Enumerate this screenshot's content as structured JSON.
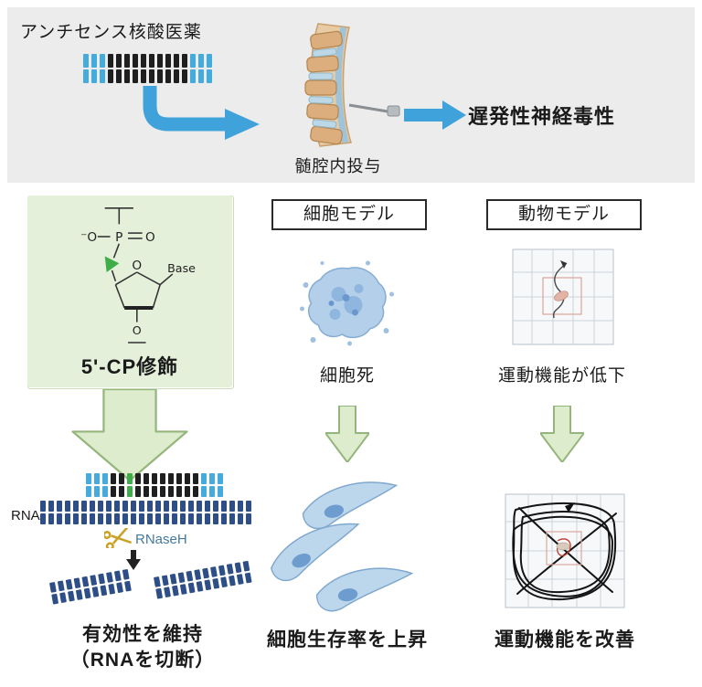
{
  "palette": {
    "banner_bg": "#ececec",
    "arrow_blue": "#3fa2da",
    "oligo_cyan": "#45aadc",
    "oligo_black": "#1f1f1f",
    "oligo_green": "#3fae49",
    "rna_navy": "#2d4e86",
    "green_box_bg": "#e4f0da",
    "green_arrow_fill": "#ddeccd",
    "green_arrow_stroke": "#94b57c",
    "scissors_gold": "#c9a227",
    "rnaseh_text": "#44799f"
  },
  "top": {
    "title": "アンチセンス核酸医薬",
    "injection_label": "髄腔内投与",
    "outcome": "遅発性神経毒性"
  },
  "modification": {
    "label": "5'-CP修飾",
    "phosphate_left": "⁻O",
    "phosphate_p": "P",
    "phosphate_right": "O",
    "ring_o": "O",
    "base": "Base",
    "bottom_o": "O"
  },
  "cell_model": {
    "header": "細胞モデル",
    "before_label": "細胞死",
    "after_label": "細胞生存率を上昇"
  },
  "animal_model": {
    "header": "動物モデル",
    "before_label": "運動機能が低下",
    "after_label": "運動機能を改善"
  },
  "rna_panel": {
    "rna_label": "RNA",
    "enzyme_label": "RNaseH",
    "result_line1": "有効性を維持",
    "result_line2": "（RNAを切断）"
  }
}
